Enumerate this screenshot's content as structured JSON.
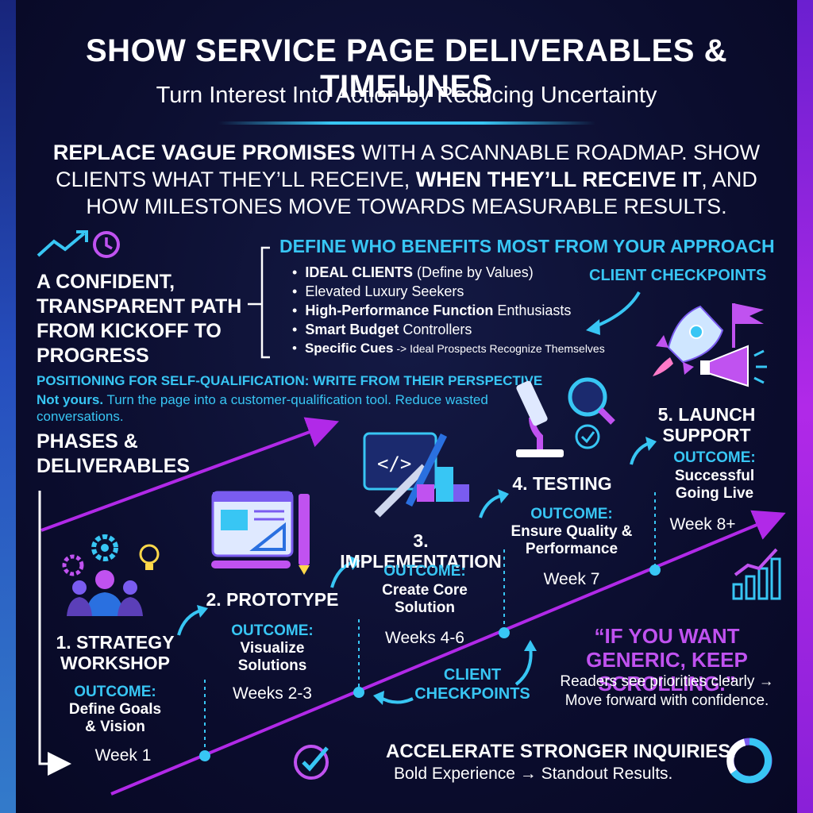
{
  "header": {
    "title": "SHOW SERVICE PAGE DELIVERABLES & TIMELINES",
    "subtitle": "Turn Interest Into Action by Reducing Uncertainty"
  },
  "intro": {
    "part1_bold": "REPLACE VAGUE PROMISES",
    "part2": " WITH A SCANNABLE ROADMAP. SHOW CLIENTS WHAT THEY’LL RECEIVE, ",
    "part3_bold": "WHEN THEY’LL RECEIVE IT",
    "part4": ", AND HOW MILESTONES MOVE TOWARDS MEASURABLE RESULTS."
  },
  "left_block": {
    "heading": "A CONFIDENT, TRANSPARENT PATH FROM KICKOFF TO PROGRESS"
  },
  "benefits": {
    "heading": "DEFINE WHO BENEFITS MOST FROM YOUR APPROACH",
    "items": [
      {
        "bold": "IDEAL CLIENTS",
        "rest": " (Define by Values)"
      },
      {
        "bold": "",
        "rest": "Elevated Luxury Seekers"
      },
      {
        "bold": "High-Performance Function",
        "rest": " Enthusiasts"
      },
      {
        "bold": "Smart Budget",
        "rest": " Controllers"
      },
      {
        "bold": "Specific Cues",
        "rest": " -> Ideal Prospects Recognize Themselves"
      }
    ]
  },
  "checkpoints_top": "CLIENT CHECKPOINTS",
  "checkpoints_bottom": "CLIENT CHECKPOINTS",
  "positioning": {
    "heading": "POSITIONING FOR SELF-QUALIFICATION: WRITE FROM THEIR PERSPECTIVE",
    "lead_bold": "Not yours.",
    "body": " Turn the page into a customer-qualification tool. Reduce wasted conversations."
  },
  "phases_heading": "PHASES & DELIVERABLES",
  "outcome_label": "OUTCOME:",
  "phases": [
    {
      "title": "1.  STRATEGY WORKSHOP",
      "outcome": "Define Goals & Vision",
      "week": "Week 1"
    },
    {
      "title": "2. PROTOTYPE",
      "outcome": "Visualize Solutions",
      "week": "Weeks 2-3"
    },
    {
      "title": "3. IMPLEMENTATION",
      "outcome": "Create Core Solution",
      "week": "Weeks 4-6"
    },
    {
      "title": "4. TESTING",
      "outcome": "Ensure Quality & Performance",
      "week": "Week 7"
    },
    {
      "title": "5. LAUNCH SUPPORT",
      "outcome": "Successful Going Live",
      "week": "Week 8+"
    }
  ],
  "quote": {
    "text": "“IF YOU WANT GENERIC, KEEP SCROLLING.”",
    "line1": "Readers see priorities clearly →",
    "line2": "Move forward with confidence."
  },
  "footer": {
    "heading": "ACCELERATE STRONGER INQUIRIES.",
    "sub": "Bold Experience → Standout Results."
  },
  "colors": {
    "cyan": "#38c6f4",
    "violet": "#c052f0",
    "background": "#0b0d2e"
  },
  "icons": [
    "trend-arrow-icon",
    "clock-icon",
    "team-gears-icon",
    "design-board-icon",
    "code-tools-icon",
    "microscope-icon",
    "rocket-icon",
    "flag-icon",
    "megaphone-icon",
    "bar-chart-icon",
    "check-circle-icon",
    "donut-icon"
  ]
}
